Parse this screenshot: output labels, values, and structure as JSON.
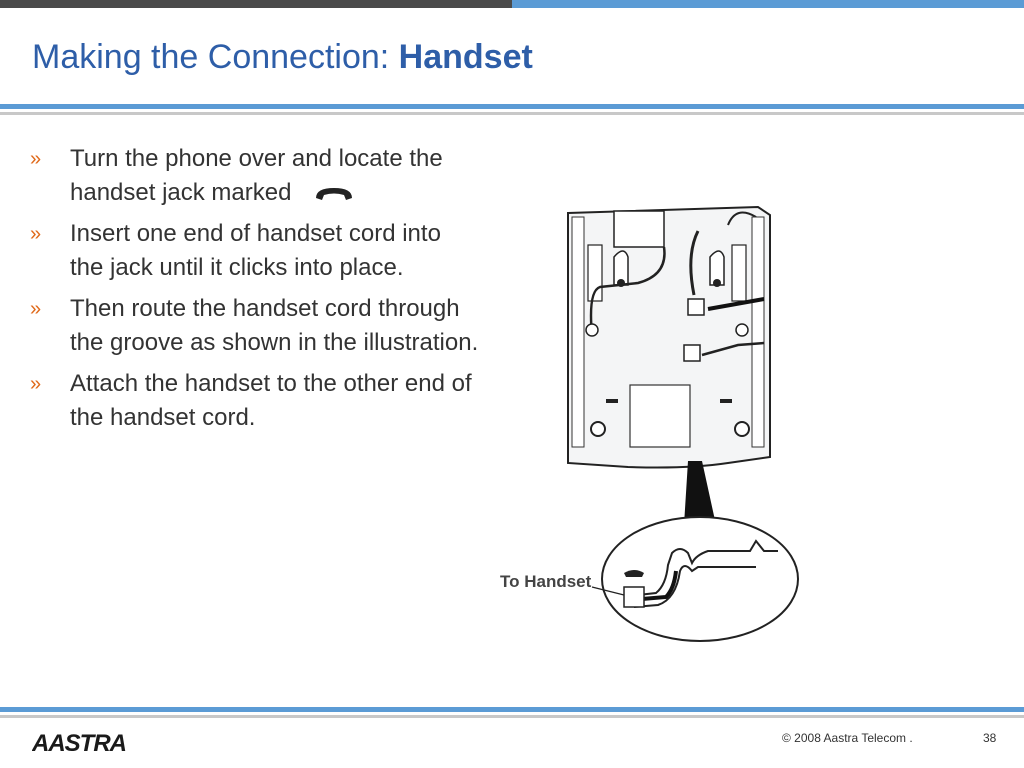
{
  "slide": {
    "title_prefix": "Making the Connection: ",
    "title_bold": "Handset",
    "bullet_marker": "»",
    "bullets": [
      "Turn the phone over and locate the handset jack marked",
      "Insert one end of handset cord into the jack until it clicks into place.",
      "Then route the handset cord through the groove as shown in the illustration.",
      "Attach the handset to the other end of the handset cord."
    ],
    "bullet_icon": "handset-icon",
    "figure": {
      "callout_label": "To Handset"
    }
  },
  "footer": {
    "logo_text": "AASTRA",
    "copyright": "© 2008 Aastra Telecom .",
    "page_number": "38"
  },
  "colors": {
    "title": "#2e5ea8",
    "accent_blue": "#5b9bd5",
    "bullet_marker": "#e06a1b",
    "dark_bar": "#4a4a4a"
  }
}
